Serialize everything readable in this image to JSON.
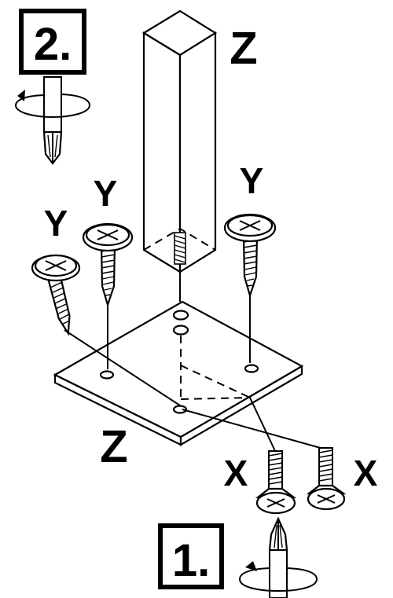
{
  "steps": [
    {
      "number": "2."
    },
    {
      "number": "1."
    }
  ],
  "labels": {
    "post_top": "Z",
    "plate": "Z",
    "screw_y_left": "Y",
    "screw_y_middle": "Y",
    "screw_y_right": "Y",
    "screw_x_left": "X",
    "screw_x_right": "X"
  }
}
